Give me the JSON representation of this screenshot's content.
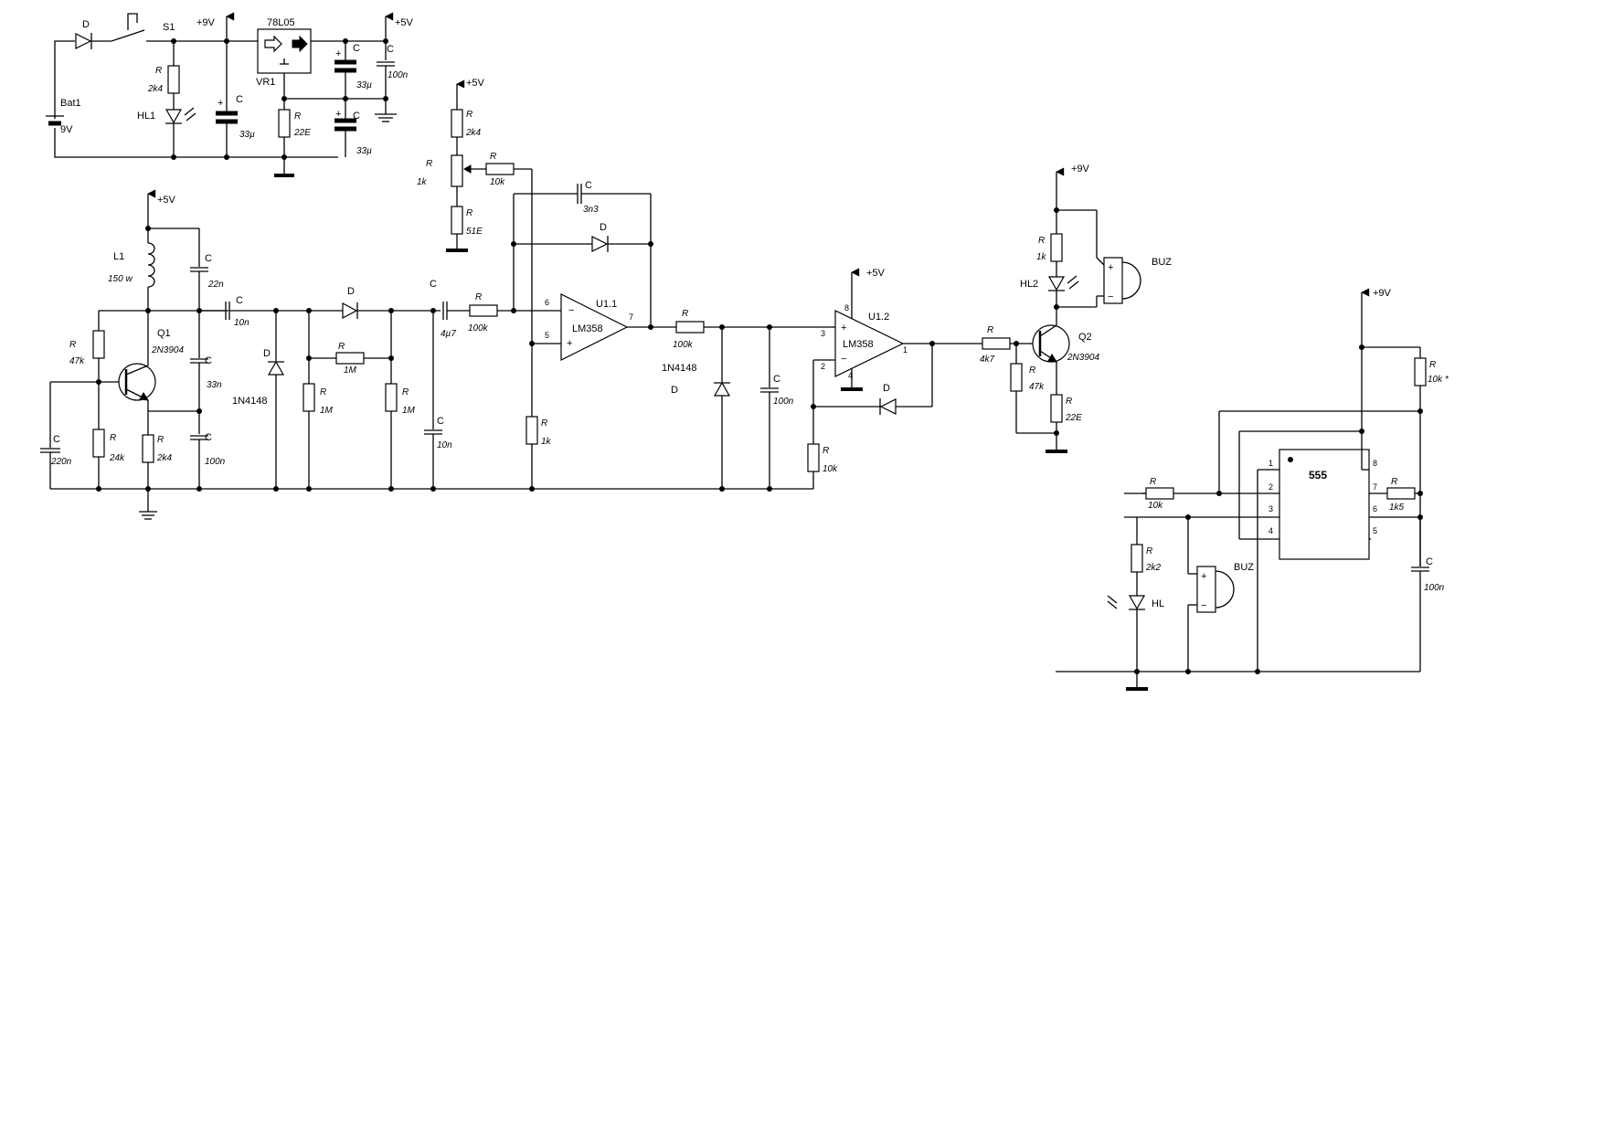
{
  "power": {
    "battery": {
      "name": "Bat1",
      "value": "9V"
    },
    "diode": "D",
    "switch": "S1",
    "rail9": "+9V",
    "rail5": "+5V",
    "regulator": {
      "part": "78L05",
      "name": "VR1"
    },
    "led_r": {
      "name": "R",
      "value": "2k4"
    },
    "led": "HL1",
    "c_in": {
      "name": "C",
      "value": "33µ"
    },
    "c_out1": {
      "name": "C",
      "value": "33µ"
    },
    "c_out2": {
      "name": "C",
      "value": "33µ"
    },
    "c_out3": {
      "name": "C",
      "value": "100n"
    },
    "r_adj": {
      "name": "R",
      "value": "22E"
    }
  },
  "oscillator": {
    "rail": "+5V",
    "coil": {
      "name": "L1",
      "value": "150 w"
    },
    "transistor": {
      "name": "Q1",
      "part": "2N3904"
    },
    "c_top": {
      "name": "C",
      "value": "22n"
    },
    "c_mid": {
      "name": "C",
      "value": "33n"
    },
    "c_bot": {
      "name": "C",
      "value": "100n"
    },
    "c_left": {
      "name": "C",
      "value": "220n"
    },
    "r_b1": {
      "name": "R",
      "value": "47k"
    },
    "r_b2": {
      "name": "R",
      "value": "24k"
    },
    "r_e": {
      "name": "R",
      "value": "2k4"
    },
    "c_couple": {
      "name": "C",
      "value": "10n"
    }
  },
  "detector": {
    "d1": {
      "name": "D",
      "part": "1N4148"
    },
    "d2": "D",
    "r1": {
      "name": "R",
      "value": "1M"
    },
    "r2": {
      "name": "R",
      "value": "1M"
    },
    "r3": {
      "name": "R",
      "value": "1M"
    },
    "c": {
      "name": "C",
      "value": "10n"
    },
    "c_couple": {
      "name": "C",
      "value": "4µ7"
    },
    "r_in": {
      "name": "R",
      "value": "100k"
    }
  },
  "bias": {
    "rail": "+5V",
    "r_top": {
      "name": "R",
      "value": "2k4"
    },
    "pot": {
      "name": "R",
      "value": "1k"
    },
    "r_bot": {
      "name": "R",
      "value": "51E"
    },
    "r_fb": {
      "name": "R",
      "value": "10k"
    }
  },
  "amp1": {
    "name": "U1.1",
    "part": "LM358",
    "pin_inv": "6",
    "pin_non": "5",
    "pin_out": "7",
    "minus": "−",
    "plus": "+",
    "c_fb": {
      "name": "C",
      "value": "3n3"
    },
    "d_fb": "D",
    "r_gnd": {
      "name": "R",
      "value": "1k"
    }
  },
  "stage2": {
    "r": {
      "name": "R",
      "value": "100k"
    },
    "d": {
      "name": "D",
      "part": "1N4148"
    },
    "c": {
      "name": "C",
      "value": "100n"
    }
  },
  "amp2": {
    "name": "U1.2",
    "part": "LM358",
    "rail": "+5V",
    "pin_non": "3",
    "pin_inv": "2",
    "pin_out": "1",
    "pin_v": "8",
    "pin_g": "4",
    "plus": "+",
    "minus": "−",
    "d_fb": "D",
    "r_gnd": {
      "name": "R",
      "value": "10k"
    }
  },
  "output": {
    "rail": "+9V",
    "r_led": {
      "name": "R",
      "value": "1k"
    },
    "led": "HL2",
    "buzzer": "BUZ",
    "plus": "+",
    "minus": "−",
    "r_base": {
      "name": "R",
      "value": "4k7"
    },
    "r_pull": {
      "name": "R",
      "value": "47k"
    },
    "r_e": {
      "name": "R",
      "value": "22E"
    },
    "transistor": {
      "name": "Q2",
      "part": "2N3904"
    }
  },
  "timer": {
    "rail": "+9V",
    "chip": "555",
    "pins": [
      "1",
      "2",
      "3",
      "4",
      "8",
      "7",
      "6",
      "5"
    ],
    "r_top": {
      "name": "R",
      "value": "10k *"
    },
    "r_in": {
      "name": "R",
      "value": "10k"
    },
    "r_7": {
      "name": "R",
      "value": "1k5"
    },
    "r_led": {
      "name": "R",
      "value": "2k2"
    },
    "led": "HL",
    "buzzer": "BUZ",
    "plus": "+",
    "minus": "−",
    "c": {
      "name": "C",
      "value": "100n"
    }
  }
}
